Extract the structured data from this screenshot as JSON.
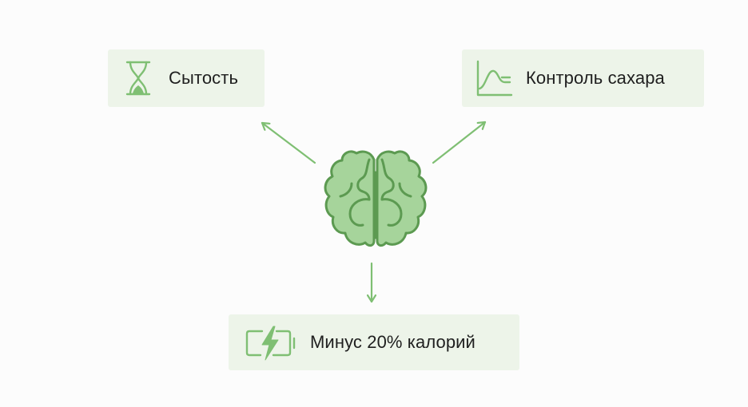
{
  "diagram": {
    "center": {
      "icon": "brain-icon"
    },
    "cards": [
      {
        "id": "satiety",
        "icon": "hourglass-icon",
        "label": "Сытость"
      },
      {
        "id": "sugar",
        "icon": "glucose-chart-icon",
        "label": "Контроль сахара"
      },
      {
        "id": "calories",
        "icon": "battery-charging-icon",
        "label": "Минус 20% калорий"
      }
    ]
  },
  "colors": {
    "accent": "#7fbf73",
    "accent_dark": "#5c9a51",
    "card_background": "#edf4e9",
    "brain_fill": "#a6d49b",
    "text": "#1f1f1f",
    "background": "#fcfcfc"
  }
}
